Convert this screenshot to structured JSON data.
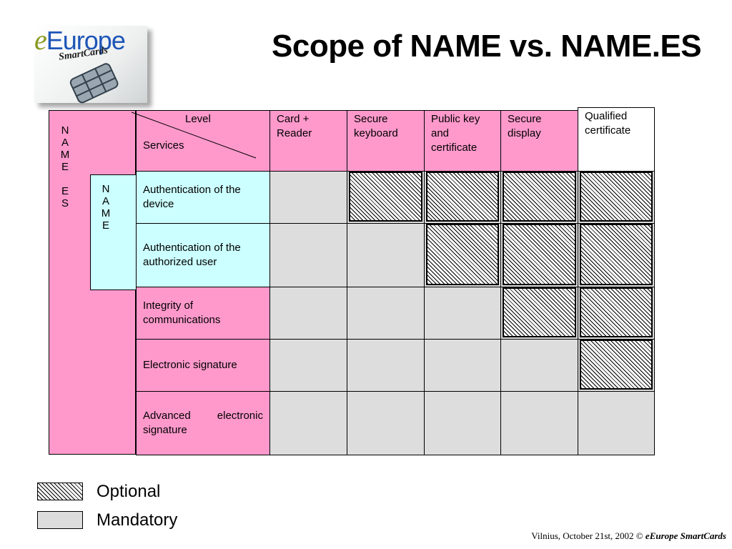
{
  "logo": {
    "e": "e",
    "word": "Europe",
    "sub": "SmartCards"
  },
  "title": "Scope of NAME vs. NAME.ES",
  "side_labels": {
    "name_es": [
      "N",
      "A",
      "M",
      "E",
      "",
      "E",
      "S"
    ],
    "name": [
      "N",
      "A",
      "M",
      "E"
    ]
  },
  "header": {
    "level": "Level",
    "services": "Services",
    "columns": [
      [
        "Card +",
        "Reader"
      ],
      [
        "Secure",
        "keyboard"
      ],
      [
        "Public key",
        "and",
        "certificate"
      ],
      [
        "Secure",
        "display"
      ],
      [
        "Qualified",
        "certificate"
      ]
    ]
  },
  "rows": [
    {
      "label": "Authentication of the device",
      "cells": [
        "mandatory",
        "optional",
        "optional",
        "optional",
        "optional"
      ]
    },
    {
      "label": "Authentication of the authorized user",
      "cells": [
        "mandatory",
        "mandatory",
        "optional",
        "optional",
        "optional"
      ]
    },
    {
      "label": "Integrity of communications",
      "cells": [
        "mandatory",
        "mandatory",
        "mandatory",
        "optional",
        "optional"
      ]
    },
    {
      "label": "Electronic signature",
      "cells": [
        "mandatory",
        "mandatory",
        "mandatory",
        "mandatory",
        "optional"
      ]
    },
    {
      "label": "Advanced electronic signature",
      "cells": [
        "mandatory",
        "mandatory",
        "mandatory",
        "mandatory",
        "mandatory"
      ]
    }
  ],
  "legend": {
    "optional": "Optional",
    "mandatory": "Mandatory"
  },
  "footer": {
    "text": "Vilnius, October 21st, 2002 © ",
    "brand_e": "e",
    "brand": "Europe SmartCards"
  },
  "colors": {
    "pink": "#ff99cc",
    "cyan": "#ccffff",
    "grey": "#dddddd"
  }
}
